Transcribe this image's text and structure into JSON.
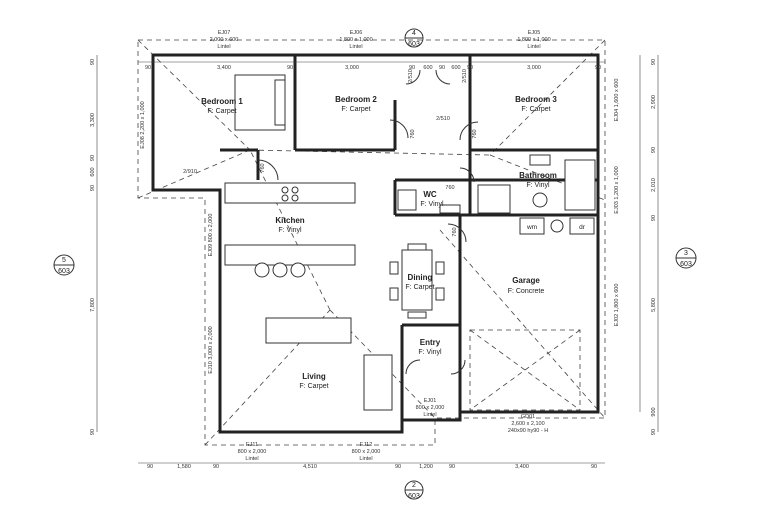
{
  "rooms": {
    "bedroom1": {
      "name": "Bedroom 1",
      "floor": "F: Carpet"
    },
    "bedroom2": {
      "name": "Bedroom 2",
      "floor": "F: Carpet"
    },
    "bedroom3": {
      "name": "Bedroom 3",
      "floor": "F: Carpet"
    },
    "bathroom": {
      "name": "Bathroom",
      "floor": "F: Vinyl"
    },
    "wc": {
      "name": "WC",
      "floor": "F: Vinyl"
    },
    "kitchen": {
      "name": "Kitchen",
      "floor": "F: Vinyl"
    },
    "dining": {
      "name": "Dining",
      "floor": "F: Carpet"
    },
    "garage": {
      "name": "Garage",
      "floor": "F: Concrete"
    },
    "entry": {
      "name": "Entry",
      "floor": "F: Vinyl"
    },
    "living": {
      "name": "Living",
      "floor": "F: Carpet"
    }
  },
  "windows_top": {
    "ej07": {
      "id": "EJ07",
      "size": "2,000 x 600",
      "note": "Lintel"
    },
    "ej06": {
      "id": "EJ06",
      "size": "1,800 x 1,000",
      "note": "Lintel"
    },
    "ej05": {
      "id": "EJ05",
      "size": "1,800 x 1,000",
      "note": "Lintel"
    }
  },
  "windows_bottom": {
    "ej11": {
      "id": "EJ11",
      "size": "800 x 2,000",
      "note": "Lintel"
    },
    "ej12": {
      "id": "EJ12",
      "size": "800 x 2,000",
      "note": "Lintel"
    },
    "ej01": {
      "id": "EJ01",
      "size": "800 x 2,000",
      "note": "Lintel"
    },
    "gd01": {
      "id": "GD01",
      "size": "2,600 x 2,100",
      "note": "240x90 hy90 - H"
    }
  },
  "windows_left": {
    "ej08": "EJ08 2,200 x 1,000",
    "ej09": "EJ09 800 x 2,000",
    "ej10": "EJ10 3,000 x 2,000"
  },
  "windows_right": {
    "ej04": "EJ04 1,600 x 600",
    "ej03": "EJ03 1,200 x 1,000",
    "ej02": "EJ02 1,800 x 600"
  },
  "doors": {
    "d1": "2/910",
    "d2": "2/510",
    "d3": "760",
    "d4": "760",
    "d5": "760",
    "d6": "760",
    "d7": "760",
    "d8": "2/510",
    "d9": "2/510"
  },
  "fixtures": {
    "wm": "wm",
    "dr": "dr"
  },
  "dims_top": [
    "90",
    "3,400",
    "90",
    "3,000",
    "90",
    "600",
    "90",
    "600",
    "90",
    "3,000",
    "90"
  ],
  "dims_bottom": [
    "90",
    "1,580",
    "90",
    "4,510",
    "90",
    "1,200",
    "90",
    "3,400",
    "90"
  ],
  "dims_left": [
    "90",
    "3,300",
    "90",
    "600",
    "90",
    "7,800",
    "90"
  ],
  "dims_right": [
    "90",
    "2,900",
    "90",
    "2,010",
    "90",
    "5,800",
    "900",
    "90"
  ],
  "section_markers": {
    "top": {
      "num": "4",
      "sheet": "603"
    },
    "left": {
      "num": "5",
      "sheet": "603"
    },
    "right": {
      "num": "3",
      "sheet": "603"
    },
    "bottom": {
      "num": "2",
      "sheet": "603"
    }
  }
}
